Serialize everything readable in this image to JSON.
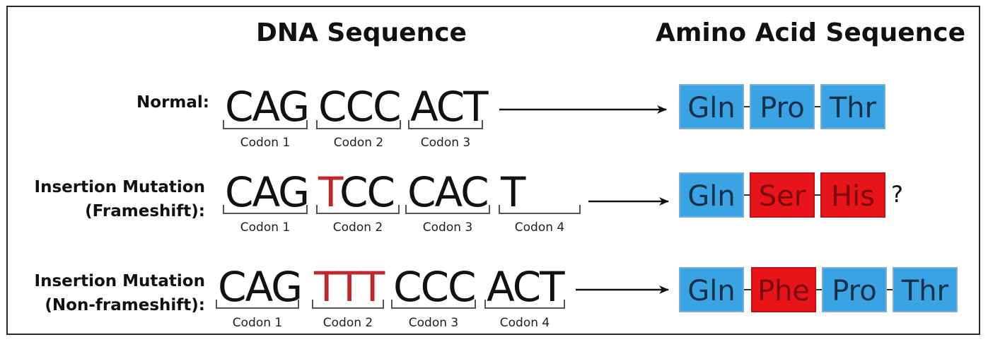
{
  "headers": {
    "dna": "DNA Sequence",
    "amino": "Amino Acid Sequence"
  },
  "rows": [
    {
      "label_lines": [
        "Normal:"
      ],
      "codons": [
        {
          "parts": [
            {
              "text": "CAG",
              "mutated": false
            }
          ]
        },
        {
          "parts": [
            {
              "text": "CCC",
              "mutated": false
            }
          ]
        },
        {
          "parts": [
            {
              "text": "ACT",
              "mutated": false
            }
          ]
        }
      ],
      "codon_labels": [
        "Codon 1",
        "Codon 2",
        "Codon 3"
      ],
      "amino_acids": [
        {
          "name": "Gln",
          "mutated": false
        },
        {
          "name": "Pro",
          "mutated": false
        },
        {
          "name": "Thr",
          "mutated": false
        }
      ],
      "suffix": ""
    },
    {
      "label_lines": [
        "Insertion Mutation",
        "(Frameshift):"
      ],
      "codons": [
        {
          "parts": [
            {
              "text": "CAG",
              "mutated": false
            }
          ]
        },
        {
          "parts": [
            {
              "text": "T",
              "mutated": true
            },
            {
              "text": "CC",
              "mutated": false
            }
          ]
        },
        {
          "parts": [
            {
              "text": "CAC",
              "mutated": false
            }
          ]
        },
        {
          "parts": [
            {
              "text": "T",
              "mutated": false
            }
          ]
        }
      ],
      "codon_labels": [
        "Codon 1",
        "Codon 2",
        "Codon 3",
        "Codon 4"
      ],
      "amino_acids": [
        {
          "name": "Gln",
          "mutated": false
        },
        {
          "name": "Ser",
          "mutated": true
        },
        {
          "name": "His",
          "mutated": true
        }
      ],
      "suffix": "?"
    },
    {
      "label_lines": [
        "Insertion Mutation",
        "(Non-frameshift):"
      ],
      "codons": [
        {
          "parts": [
            {
              "text": "CAG",
              "mutated": false
            }
          ]
        },
        {
          "parts": [
            {
              "text": "TTT",
              "mutated": true
            }
          ]
        },
        {
          "parts": [
            {
              "text": "CCC",
              "mutated": false
            }
          ]
        },
        {
          "parts": [
            {
              "text": "ACT",
              "mutated": false
            }
          ]
        }
      ],
      "codon_labels": [
        "Codon 1",
        "Codon 2",
        "Codon 3",
        "Codon 4"
      ],
      "amino_acids": [
        {
          "name": "Gln",
          "mutated": false
        },
        {
          "name": "Phe",
          "mutated": true
        },
        {
          "name": "Pro",
          "mutated": false
        },
        {
          "name": "Thr",
          "mutated": false
        }
      ],
      "suffix": ""
    }
  ],
  "colors": {
    "normal_amino": "#3aa3e3",
    "mutated_amino": "#e8141a",
    "mutated_base": "#c0272d"
  }
}
